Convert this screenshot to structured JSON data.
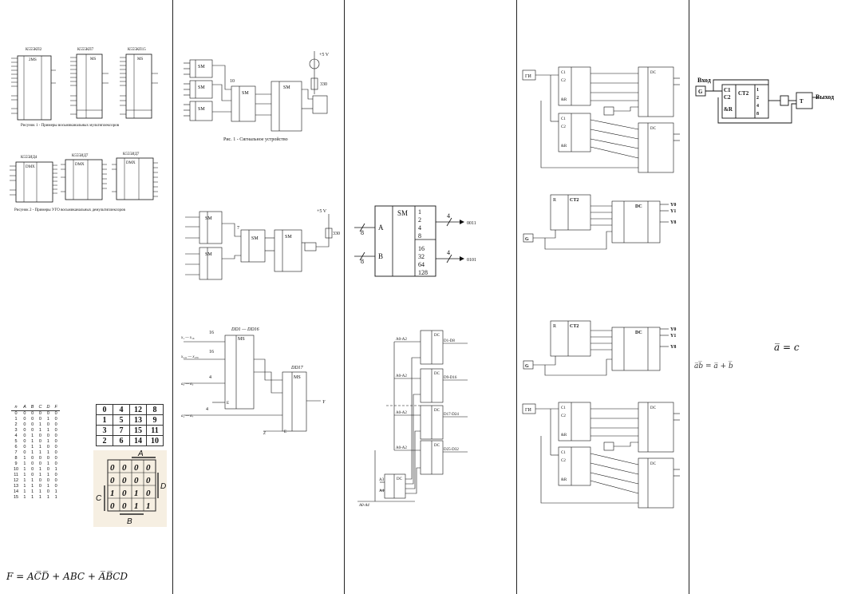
{
  "col1": {
    "mux_titles": [
      "К555КП2",
      "К555КП7",
      "К555КП15"
    ],
    "mux_labels": [
      "2MS",
      "MS",
      "MS"
    ],
    "fig1_caption": "Рисунок 1 - Примеры восьмиканальных мультиплексоров",
    "dmx_titles": [
      "К555ИД4",
      "К555ИД7",
      "К555ИД7"
    ],
    "dmx_labels": [
      "DMX",
      "DMX",
      "DMX"
    ],
    "fig2_caption": "Рисунок 2 - Примеры УГО восьмиканальных демультиплексоров",
    "truth_table": {
      "headers": [
        "n",
        "A",
        "B",
        "C",
        "D",
        "F"
      ],
      "rows": [
        [
          "0",
          "0",
          "0",
          "0",
          "0",
          "0"
        ],
        [
          "1",
          "0",
          "0",
          "0",
          "1",
          "0"
        ],
        [
          "2",
          "0",
          "0",
          "1",
          "0",
          "0"
        ],
        [
          "3",
          "0",
          "0",
          "1",
          "1",
          "0"
        ],
        [
          "4",
          "0",
          "1",
          "0",
          "0",
          "0"
        ],
        [
          "5",
          "0",
          "1",
          "0",
          "1",
          "0"
        ],
        [
          "6",
          "0",
          "1",
          "1",
          "0",
          "0"
        ],
        [
          "7",
          "0",
          "1",
          "1",
          "1",
          "0"
        ],
        [
          "8",
          "1",
          "0",
          "0",
          "0",
          "0"
        ],
        [
          "9",
          "1",
          "0",
          "0",
          "1",
          "0"
        ],
        [
          "10",
          "1",
          "0",
          "1",
          "0",
          "1"
        ],
        [
          "11",
          "1",
          "0",
          "1",
          "1",
          "0"
        ],
        [
          "12",
          "1",
          "1",
          "0",
          "0",
          "0"
        ],
        [
          "13",
          "1",
          "1",
          "0",
          "1",
          "0"
        ],
        [
          "14",
          "1",
          "1",
          "1",
          "0",
          "1"
        ],
        [
          "15",
          "1",
          "1",
          "1",
          "1",
          "1"
        ]
      ]
    },
    "index_grid": [
      [
        "0",
        "4",
        "12",
        "8"
      ],
      [
        "1",
        "5",
        "13",
        "9"
      ],
      [
        "3",
        "7",
        "15",
        "11"
      ],
      [
        "2",
        "6",
        "14",
        "10"
      ]
    ],
    "kmap": {
      "label_a": "A",
      "label_b": "B",
      "label_c": "C",
      "label_d": "D",
      "cells": [
        [
          "0",
          "0",
          "0",
          "0"
        ],
        [
          "0",
          "0",
          "0",
          "0"
        ],
        [
          "1",
          "0",
          "1",
          "0"
        ],
        [
          "0",
          "0",
          "1",
          "1"
        ]
      ]
    },
    "formula": "F = AC̅D̅ + ABC + A̅B̅CD"
  },
  "col2": {
    "fig_caption": "Рис. 1     - Сигнальное устройство",
    "sm_label": "SM",
    "ms_label": "MS",
    "resistor_a": "330",
    "resistor_b": "330",
    "supply": "+5 V",
    "node_10": "10",
    "node_7": "7",
    "dd_title": "DD1 — DD16",
    "dd17": "DD17",
    "bus16a": "16",
    "bus16b": "16",
    "bus4": "4",
    "bus4b": "4",
    "in_x1": "x₁ — x₁₆",
    "in_x241": "x₂₄₁ — x₂₅₆",
    "in_a": "a₀ — a₃",
    "in_a4": "a₄ — a₇",
    "out_y": "Y",
    "in_e": "E",
    "in_z": "Z"
  },
  "col3": {
    "sm_label": "SM",
    "in_a": "A",
    "in_b": "B",
    "bus_a": "8",
    "bus_b": "8",
    "outputs": [
      "1",
      "2",
      "4",
      "8",
      "16",
      "32",
      "64",
      "128"
    ],
    "out1_width": "4",
    "out1": "0011",
    "out2_width": "4",
    "out2": "0101",
    "addr_in": "A0-A2",
    "addr_bus": "A0-A4",
    "a3": "A3",
    "a4": "A4",
    "dc_label": "DC",
    "outs": [
      "D1-D8",
      "D9-D16",
      "D17-D24",
      "D25-D32"
    ]
  },
  "col4": {
    "gen": "ГИ",
    "gen2": "ГИ",
    "ct2": "CT2",
    "ct2b": "CT2",
    "dc": "DC",
    "g_in": "G",
    "g_in2": "G",
    "y_outs": [
      "Y0",
      "Y1",
      "Y8"
    ],
    "y_outs2": [
      "Y0",
      "Y1",
      "Y8"
    ],
    "c_labels": [
      "C1",
      "C2",
      "&R"
    ],
    "r_label": "R"
  },
  "col5": {
    "title_in": "Вход",
    "title_out": "Выход",
    "g_label": "G",
    "c1": "C1",
    "c2": "C2",
    "r": "&R",
    "ct": "CT2",
    "t": "T",
    "outs": [
      "1",
      "2",
      "4",
      "8"
    ],
    "eq1": "a̅ = c",
    "eq2": "a̅b̅ = a̅ + b̅"
  }
}
